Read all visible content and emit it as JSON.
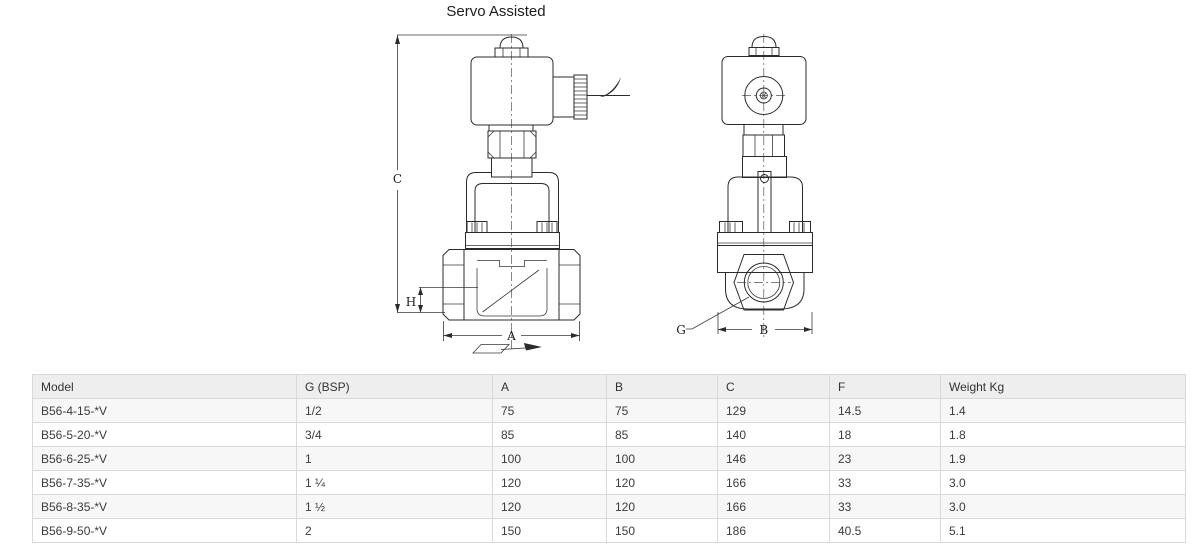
{
  "page": {
    "title": "Servo Assisted"
  },
  "drawing": {
    "labels": {
      "c": "C",
      "h": "H",
      "a": "A",
      "g": "G",
      "b": "B"
    }
  },
  "table": {
    "headers": [
      "Model",
      "G (BSP)",
      "A",
      "B",
      "C",
      "F",
      "Weight Kg"
    ],
    "rows": [
      [
        "B56-4-15-*V",
        "1/2",
        "75",
        "75",
        "129",
        "14.5",
        "1.4"
      ],
      [
        "B56-5-20-*V",
        "3/4",
        "85",
        "85",
        "140",
        "18",
        "1.8"
      ],
      [
        "B56-6-25-*V",
        "1",
        "100",
        "100",
        "146",
        "23",
        "1.9"
      ],
      [
        "B56-7-35-*V",
        "1 ¼",
        "120",
        "120",
        "166",
        "33",
        "3.0"
      ],
      [
        "B56-8-35-*V",
        "1 ½",
        "120",
        "120",
        "166",
        "33",
        "3.0"
      ],
      [
        "B56-9-50-*V",
        "2",
        "150",
        "150",
        "186",
        "40.5",
        "5.1"
      ]
    ]
  },
  "colors": {
    "line": "#2b2b2b",
    "table_border": "#d9d9d9",
    "header_bg": "#eeeeee",
    "stripe_bg": "#f7f7f7",
    "text": "#3c3c3c"
  }
}
